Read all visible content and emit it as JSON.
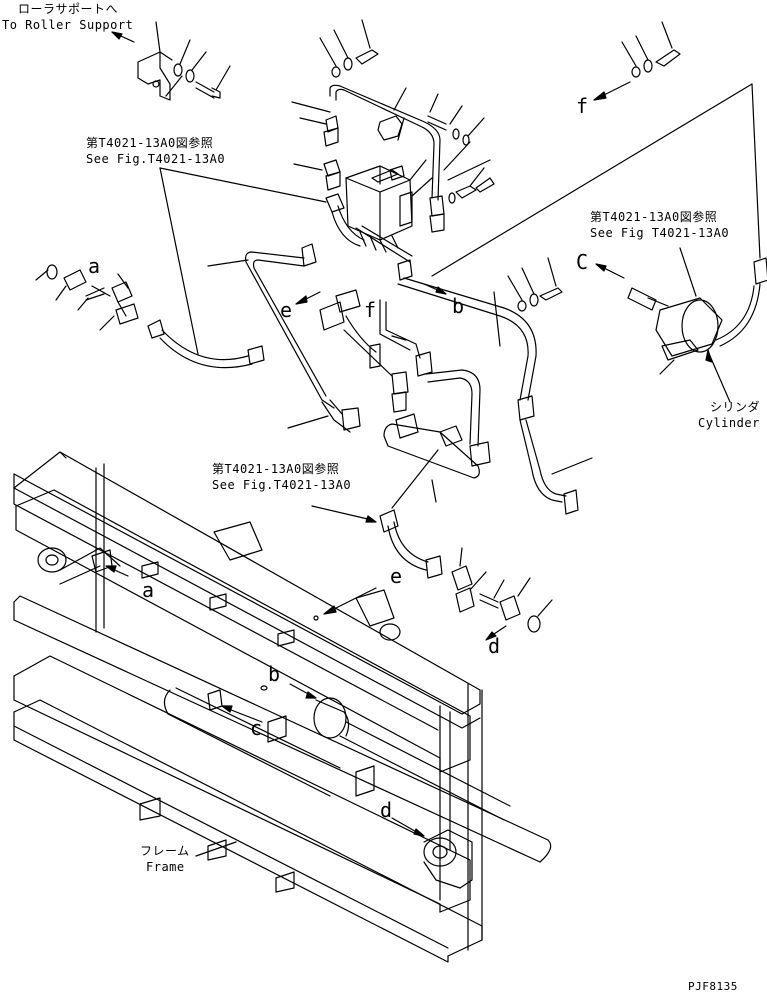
{
  "labels": {
    "roller_support_jp": "ローラサポートへ",
    "roller_support_en": "To Roller Support",
    "see_fig_top_jp": "第T4021-13A0図参照",
    "see_fig_top_en": "See Fig.T4021-13A0",
    "see_fig_right_jp": "第T4021-13A0図参照",
    "see_fig_right_en": "See Fig T4021-13A0",
    "see_fig_mid_jp": "第T4021-13A0図参照",
    "see_fig_mid_en": "See Fig.T4021-13A0",
    "cylinder_jp": "シリンダ",
    "cylinder_en": "Cylinder",
    "frame_jp": "フレーム",
    "frame_en": "Frame",
    "drawing_code": "PJF8135"
  },
  "callouts": {
    "a_top": "a",
    "a_bottom": "a",
    "b_top": "b",
    "b_bottom": "b",
    "c_top": "C",
    "c_bottom": "c",
    "d_mid": "d",
    "d_bottom": "d",
    "e_top": "e",
    "e_bottom": "e",
    "f_top": "f",
    "f_mid": "f"
  }
}
